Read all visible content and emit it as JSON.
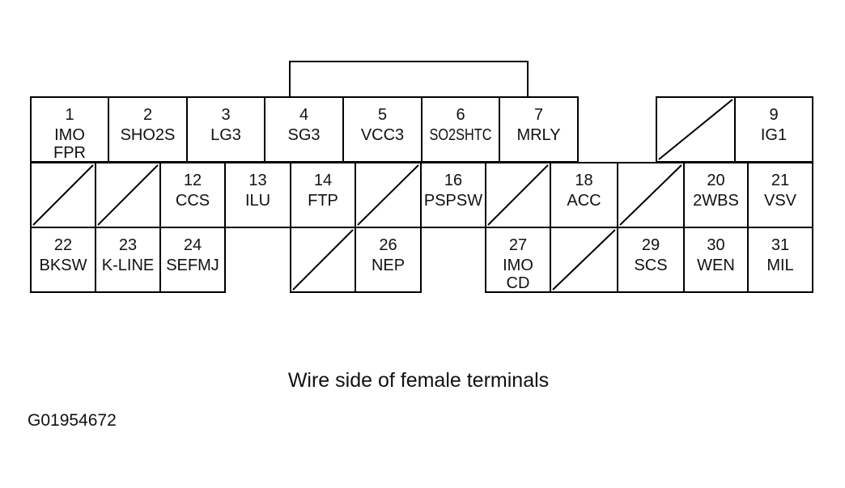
{
  "caption": "Wire side of female terminals",
  "figure_id": "G01954672",
  "rows": [
    {
      "cells": [
        {
          "pin": "1",
          "labels": [
            "IMO",
            "FPR"
          ]
        },
        {
          "pin": "2",
          "labels": [
            "SHO2S"
          ]
        },
        {
          "pin": "3",
          "labels": [
            "LG3"
          ]
        },
        {
          "pin": "4",
          "labels": [
            "SG3"
          ]
        },
        {
          "pin": "5",
          "labels": [
            "VCC3"
          ]
        },
        {
          "pin": "6",
          "labels": [
            "SO2SHTC"
          ]
        },
        {
          "pin": "7",
          "labels": [
            "MRLY"
          ]
        },
        {
          "gap": true
        },
        {
          "blank": true
        },
        {
          "pin": "9",
          "labels": [
            "IG1"
          ]
        }
      ]
    },
    {
      "cells": [
        {
          "blank": true
        },
        {
          "blank": true
        },
        {
          "pin": "12",
          "labels": [
            "CCS"
          ]
        },
        {
          "pin": "13",
          "labels": [
            "ILU"
          ]
        },
        {
          "pin": "14",
          "labels": [
            "FTP"
          ]
        },
        {
          "blank": true
        },
        {
          "pin": "16",
          "labels": [
            "PSPSW"
          ]
        },
        {
          "blank": true
        },
        {
          "pin": "18",
          "labels": [
            "ACC"
          ]
        },
        {
          "blank": true
        },
        {
          "pin": "20",
          "labels": [
            "2WBS"
          ]
        },
        {
          "pin": "21",
          "labels": [
            "VSV"
          ]
        }
      ]
    },
    {
      "cells": [
        {
          "pin": "22",
          "labels": [
            "BKSW"
          ]
        },
        {
          "pin": "23",
          "labels": [
            "K-LINE"
          ]
        },
        {
          "pin": "24",
          "labels": [
            "SEFMJ"
          ]
        },
        {
          "gap": true
        },
        {
          "blank": true
        },
        {
          "pin": "26",
          "labels": [
            "NEP"
          ]
        },
        {
          "gap": true
        },
        {
          "pin": "27",
          "labels": [
            "IMO",
            "CD"
          ]
        },
        {
          "blank": true
        },
        {
          "pin": "29",
          "labels": [
            "SCS"
          ]
        },
        {
          "pin": "30",
          "labels": [
            "WEN"
          ]
        },
        {
          "pin": "31",
          "labels": [
            "MIL"
          ]
        }
      ]
    }
  ]
}
